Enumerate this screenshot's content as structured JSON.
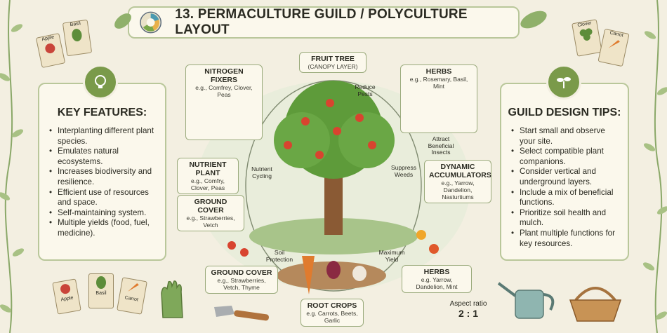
{
  "title": "13. PERMACULTURE GUILD / POLYCULTURE LAYOUT",
  "left_panel": {
    "heading": "KEY FEATURES:",
    "items": [
      "Interplanting different plant species.",
      "Emulates natural ecosystems.",
      "Increases biodiversity and resilience.",
      "Efficient use of resources and space.",
      "Self-maintaining system.",
      "Multiple yields (food, fuel, medicine)."
    ]
  },
  "right_panel": {
    "heading": "GUILD DESIGN TIPS:",
    "items": [
      "Start small and observe your site.",
      "Select compatible plant companions.",
      "Consider vertical and underground layers.",
      "Include a mix of beneficial functions.",
      "Prioritize soil health and mulch.",
      "Plant multiple functions for key resources."
    ]
  },
  "labels": {
    "fruit_tree": {
      "title": "FRUIT TREE",
      "sub": "(CANOPY LAYER)"
    },
    "nitrogen_fixers": {
      "title": "NITROGEN FIXERS",
      "sub": "e.g., Comfrey, Clover, Peas"
    },
    "herbs_top": {
      "title": "HERBS",
      "sub": "e.g., Rosemary, Basil, Mint"
    },
    "nutrient_plant": {
      "title": "NUTRIENT PLANT",
      "sub": "e.g., Comfry, Clover, Peas"
    },
    "ground_cover_1": {
      "title": "GROUND COVER",
      "sub": "e.g., Strawberries, Vetch"
    },
    "dynamic_accumulators": {
      "title": "DYNAMIC ACCUMULATORS",
      "sub": "e.g., Yarrow, Dandelion, Nasturtiums"
    },
    "herbs_bottom": {
      "title": "HERBS",
      "sub": "e.g. Yarrow, Dandelion, Mint"
    },
    "ground_cover_2": {
      "title": "GROUND COVER",
      "sub": "e.g., Strawberries, Vetch, Thyme"
    },
    "root_crops": {
      "title": "ROOT CROPS",
      "sub": "e.g. Carrots, Beets, Garlic"
    }
  },
  "notes": {
    "reduce_pests": "Reduce Pests",
    "attract": "Attract Beneficial Insects",
    "suppress": "Suppress Weeds",
    "nutrient_cycling": "Nutrient Cycling",
    "soil_protection": "Soil Protection",
    "maximum_yield": "Maximum Yield"
  },
  "aspect": {
    "label": "Aspect ratio",
    "value": "2 : 1"
  },
  "packets": {
    "apple": "Apple",
    "basil": "Basil",
    "clover": "Clover",
    "carrot": "Carrot"
  },
  "colors": {
    "background": "#f3efe1",
    "panel_border": "#b9c79a",
    "accent_green": "#7a9a4a"
  }
}
